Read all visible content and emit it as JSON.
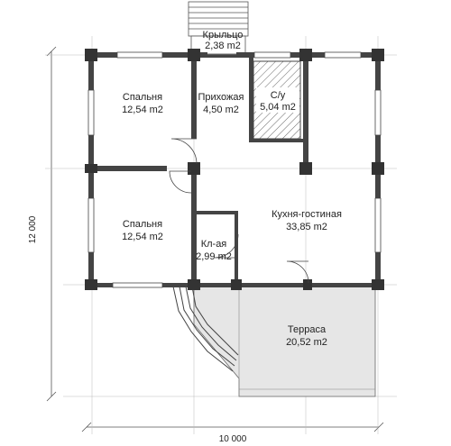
{
  "rooms": [
    {
      "id": "porch",
      "name": "Крыльцо",
      "area": "2,38 m2"
    },
    {
      "id": "bedroom-1",
      "name": "Спальня",
      "area": "12,54 m2"
    },
    {
      "id": "hallway",
      "name": "Прихожая",
      "area": "4,50 m2"
    },
    {
      "id": "bathroom",
      "name": "С/у",
      "area": "5,04 m2"
    },
    {
      "id": "bedroom-2",
      "name": "Спальня",
      "area": "12,54 m2"
    },
    {
      "id": "kitchen-living",
      "name": "Кухня-гостиная",
      "area": "33,85 m2"
    },
    {
      "id": "pantry",
      "name": "Кл-ая",
      "area": "2,99 m2"
    },
    {
      "id": "terrace",
      "name": "Терраса",
      "area": "20,52 m2"
    }
  ],
  "dimensions": {
    "height": "12 000",
    "width": "10 000"
  },
  "colors": {
    "wall": "#444444",
    "terrace_fill": "#e6e6e6",
    "bath_hatch": "#666666",
    "dim_line": "#555555"
  }
}
